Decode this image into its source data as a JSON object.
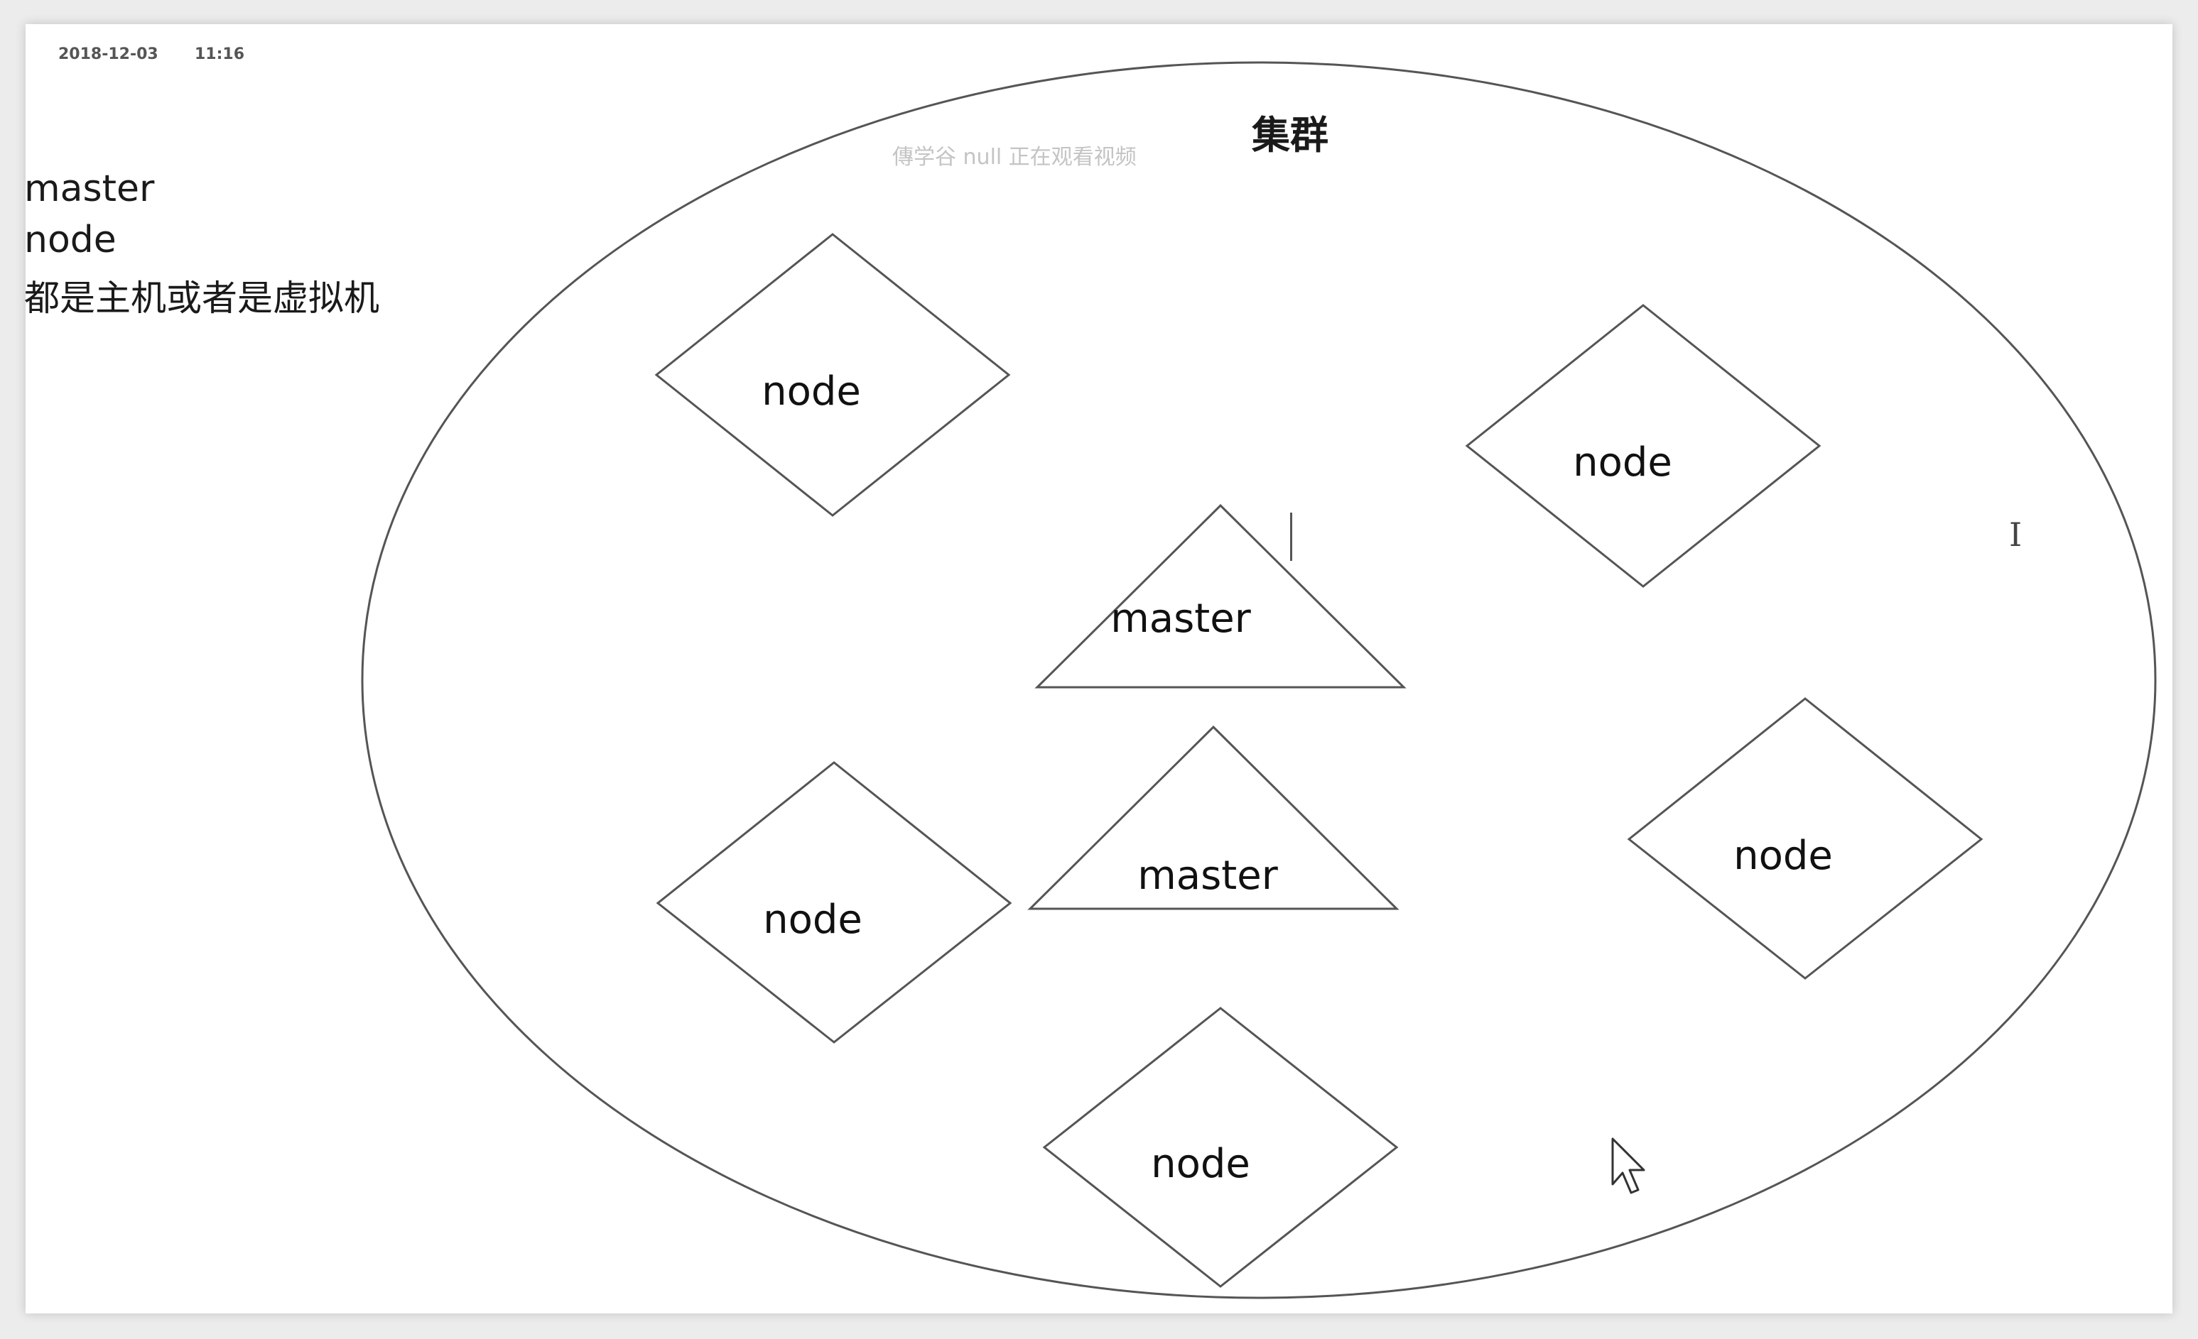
{
  "meta": {
    "date": "2018-12-03",
    "time": "11:16"
  },
  "watermark": "傳学谷 null 正在观看视频",
  "notes": {
    "line1": "master",
    "line2": "node",
    "line3": "都是主机或者是虚拟机"
  },
  "cluster": {
    "title": "集群"
  },
  "nodes": [
    {
      "label": "node"
    },
    {
      "label": "node"
    },
    {
      "label": "node"
    },
    {
      "label": "node"
    },
    {
      "label": "node"
    }
  ],
  "masters": [
    {
      "label": "master"
    },
    {
      "label": "master"
    }
  ],
  "colors": {
    "stroke": "#555555",
    "background": "#ffffff"
  }
}
